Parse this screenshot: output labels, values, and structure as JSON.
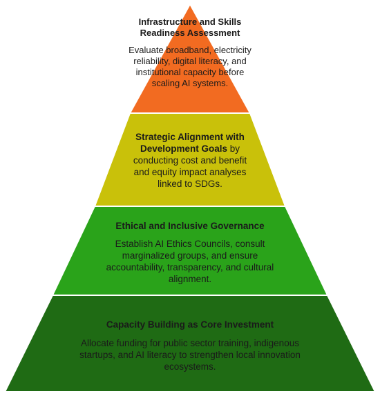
{
  "tiers": [
    {
      "title": "Infrastructure and Skills Readiness Assessment",
      "body": "Evaluate broadband, electricity reliability, digital literacy, and institutional capacity before scaling AI systems.",
      "color": "#f26b21"
    },
    {
      "title": "Strategic Alignment with Development Goals",
      "body": " by conducting cost and benefit and equity impact analyses linked to SDGs.",
      "color": "#c9c10a"
    },
    {
      "title": "Ethical and Inclusive Governance",
      "body": "Establish AI Ethics Councils, consult marginalized groups, and ensure accountability, transparency, and cultural alignment.",
      "color": "#2aa31a"
    },
    {
      "title": "Capacity Building as Core Investment",
      "body": "Allocate funding for public sector training, indigenous startups, and AI literacy to strengthen local innovation ecosystems.",
      "color": "#1f6b14"
    }
  ]
}
